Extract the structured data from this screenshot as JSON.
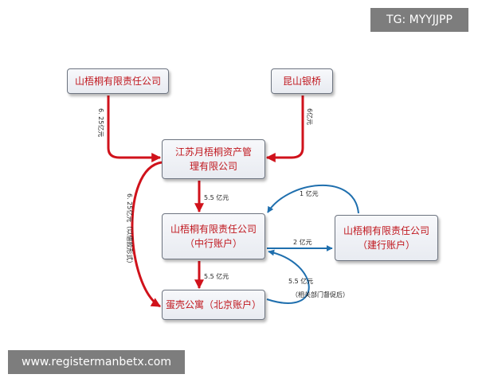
{
  "watermark_top": "TG: MYYJJPP",
  "watermark_bottom": "www.registermanbetx.com",
  "colors": {
    "red": "#d0121b",
    "blue": "#1f6fae",
    "text": "#c0171e",
    "border": "#6d7480"
  },
  "nodes": {
    "n1": {
      "line1": "山梧桐有限责任公司"
    },
    "n2": {
      "line1": "昆山银桥"
    },
    "n3": {
      "line1": "江苏月梧桐资产管",
      "line2": "理有限公司"
    },
    "n4": {
      "line1": "山梧桐有限责任公司",
      "line2": "（中行账户）"
    },
    "n5": {
      "line1": "山梧桐有限责任公司",
      "line2": "（建行账户）"
    },
    "n6": {
      "line1": "蛋壳公寓（北京账户）"
    }
  },
  "edges": {
    "e1": "6. 25亿元",
    "e2": "6亿元",
    "e3": "5.5 亿元",
    "e4": "5.5 亿元",
    "e5": "6. 25亿元（以借款形式）",
    "e6": "1 亿元",
    "e7": "2 亿元",
    "e8a": "5.5 亿元",
    "e8b": "（相关部门督促后）"
  }
}
